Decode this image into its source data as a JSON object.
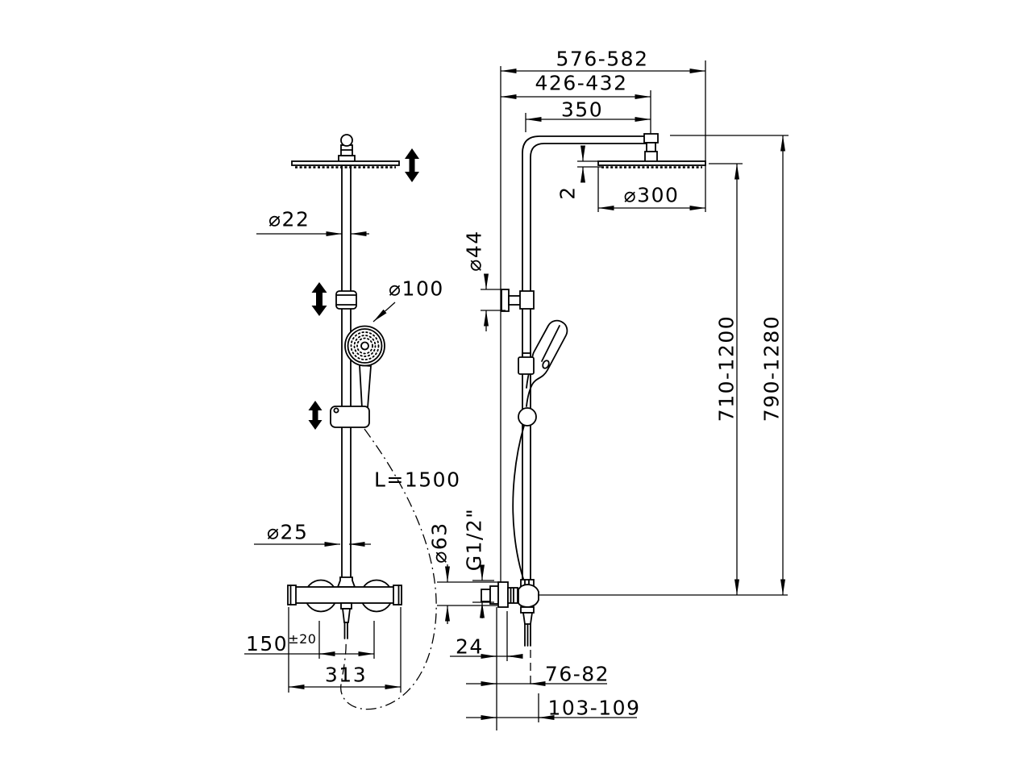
{
  "front_view": {
    "labels": {
      "column_diameter_top": "⌀22",
      "handshower_diameter": "⌀100",
      "hose_length": "L=1500",
      "column_diameter_bottom": "⌀25",
      "valve_knob_centers": "150",
      "valve_knob_centers_tolerance": "±20",
      "valve_body_width": "313"
    }
  },
  "side_view": {
    "labels": {
      "overall_width": "576-582",
      "width_to_head_center": "426-432",
      "arm_projection": "350",
      "head_diameter": "⌀300",
      "head_thickness": "2",
      "bracket_diameter": "⌀44",
      "height_head_range": "710-1200",
      "height_overall_range": "790-1280",
      "escutcheon_diameter": "⌀63",
      "thread_size": "G1/2\"",
      "wall_to_escutcheon": "24",
      "wall_to_column_axis": "76-82",
      "wall_to_valve_front": "103-109"
    }
  }
}
